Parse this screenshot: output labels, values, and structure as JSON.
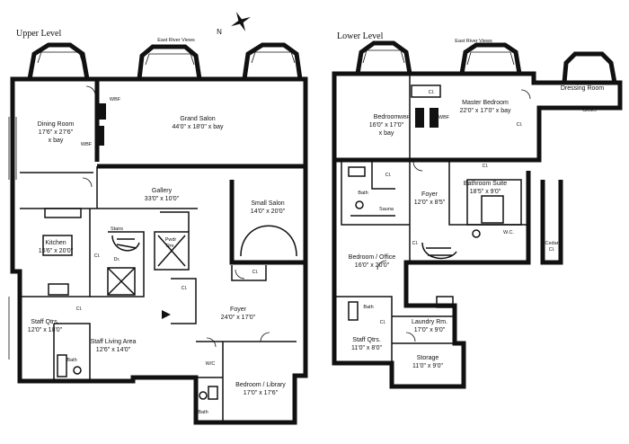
{
  "upper": {
    "title": "Upper Level",
    "views": "East River Views",
    "rooms": {
      "dining": [
        "Dining Room",
        "17'6\" x 27'6\"",
        "x bay"
      ],
      "salon": [
        "Grand Salon",
        "44'0\" x 18'0\" x bay"
      ],
      "gallery": [
        "Gallery",
        "33'0\" x 10'0\""
      ],
      "small_salon": [
        "Small Salon",
        "14'0\" x 20'0\""
      ],
      "kitchen": [
        "Kitchen",
        "15'6\" x 20'0\""
      ],
      "foyer": [
        "Foyer",
        "24'0\" x 17'0\""
      ],
      "staff_qtrs": [
        "Staff Qtrs.",
        "12'0\" x 18'0\""
      ],
      "staff_living": [
        "Staff Living Area",
        "12'6\" x 14'0\""
      ],
      "bedroom_library": [
        "Bedroom / Library",
        "17'0\" x 17'6\""
      ]
    },
    "small": {
      "wbf1": "WBF",
      "wbf2": "WBF",
      "stairs": "Stairs",
      "dr": "Dr.",
      "cl1": "Cl.",
      "cl2": "Cl.",
      "cl3": "Cl.",
      "cl4": "Cl.",
      "pwdr": "Pwdr",
      "pwdr2": "Rm.",
      "bath1": "Bath",
      "bath2": "Bath",
      "wic": "W/C"
    }
  },
  "lower": {
    "title": "Lower Level",
    "views": "East River Views",
    "rooms": {
      "bedroom": [
        "Bedroom",
        "16'0\" x 17'0\"",
        "x bay"
      ],
      "master": [
        "Master Bedroom",
        "22'0\" x 17'0\" x bay"
      ],
      "dressing": [
        "Dressing Room"
      ],
      "foyer": [
        "Foyer",
        "12'0\" x 8'5\""
      ],
      "suite": [
        "Bathroom Suite",
        "18'5\" x 9'0\""
      ],
      "office": [
        "Bedroom / Office",
        "16'0\" x 20'0\""
      ],
      "laundry": [
        "Laundry Rm.",
        "17'0\" x 9'0\""
      ],
      "staff": [
        "Staff Qtrs.",
        "11'0\" x 8'0\""
      ],
      "storage": [
        "Storage",
        "11'0\" x 9'0\""
      ]
    },
    "small": {
      "wbf1": "WBF",
      "wbf2": "WBF",
      "cl1": "Cl.",
      "cl2": "Cl.",
      "cl3": "Cl.",
      "cl4": "Cl.",
      "cl5": "Cl.",
      "cl6": "Cl.",
      "closet": "Closet",
      "cedar": "Cedar",
      "cedar2": "Cl.",
      "bath1": "Bath",
      "bath2": "Bath",
      "sauna": "Sauna",
      "wc": "W.C."
    }
  },
  "compass": "N"
}
